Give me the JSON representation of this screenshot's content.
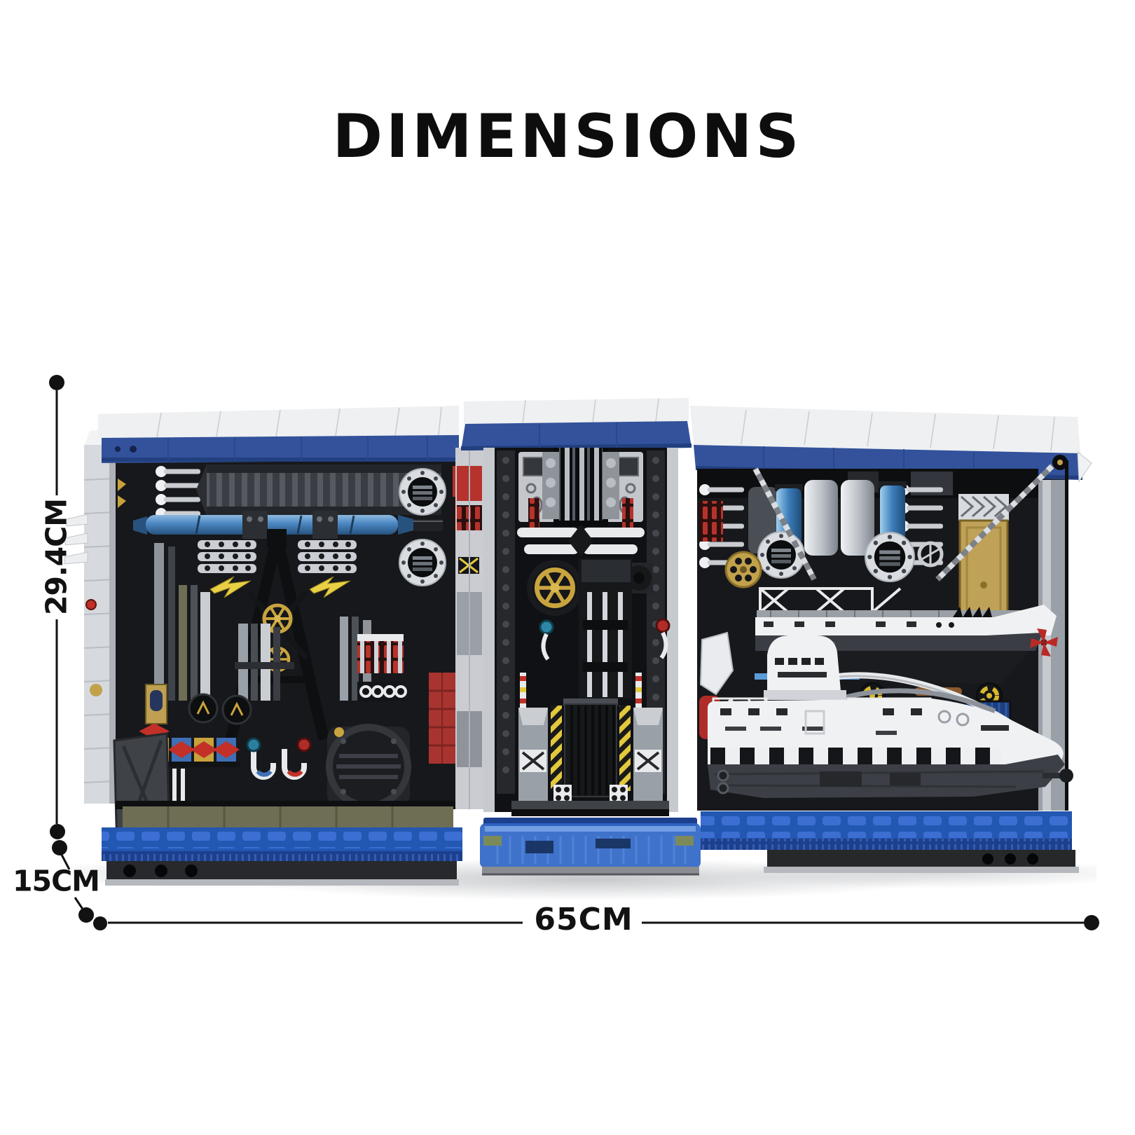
{
  "title": "DIMENSIONS",
  "dimensions": {
    "height_label": "29.4CM",
    "depth_label": "15CM",
    "width_label": "65CM"
  },
  "annotation": {
    "line_color": "#121212",
    "endpoint_marker": "black-dot"
  },
  "colors": {
    "background": "#ffffff",
    "text": "#0d0d0d",
    "annotation": "#121212",
    "roof_white": "#eef0f2",
    "fascia_blue": "#33529b",
    "machinery_dark": "#17181b",
    "base_blue": "#2257b2",
    "base_blue_dark": "#1c3f8e",
    "water_blue": "#2f66c6",
    "submarine_white": "#f0f1f3",
    "hull_gray": "#3c4046",
    "accent_red": "#b23028",
    "accent_gold": "#c2a14b",
    "pipe_blue": "#4a86c0",
    "olive": "#6e6e55"
  }
}
